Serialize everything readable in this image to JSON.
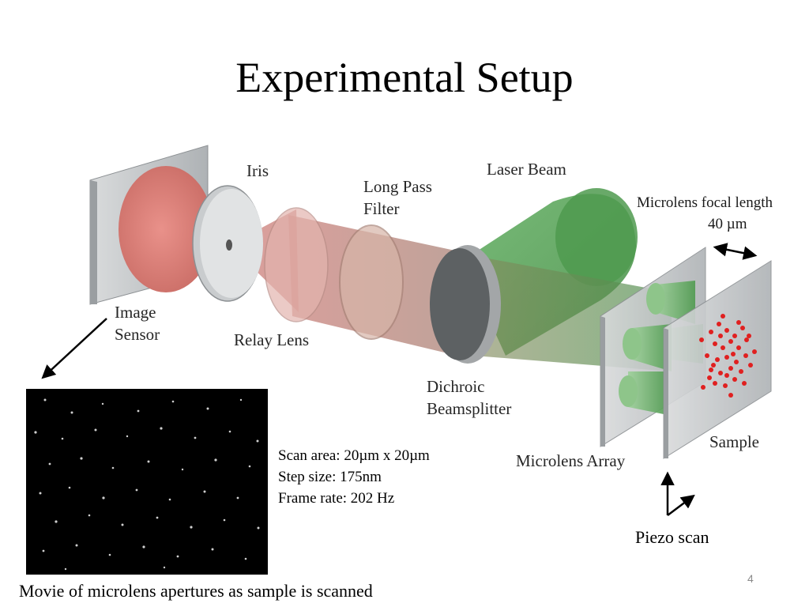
{
  "slide": {
    "title": "Experimental Setup",
    "page_number": "4"
  },
  "diagram_labels": {
    "iris": "Iris",
    "long_pass_1": "Long Pass",
    "long_pass_2": "Filter",
    "laser_beam": "Laser Beam",
    "image_sensor_1": "Image",
    "image_sensor_2": "Sensor",
    "relay_lens": "Relay Lens",
    "dichroic_1": "Dichroic",
    "dichroic_2": "Beamsplitter",
    "microlens_array": "Microlens Array",
    "sample": "Sample",
    "focal_length_1": "Microlens focal length",
    "focal_length_2": "40 µm",
    "piezo_scan": "Piezo scan"
  },
  "scan_info": {
    "area": "Scan area: 20µm x 20µm",
    "step": "Step size: 175nm",
    "frame_rate": "Frame rate: 202 Hz"
  },
  "caption": "Movie of microlens apertures as sample is scanned",
  "colors": {
    "sensor_spot": "#d97b74",
    "laser_green": "#4f9a4f",
    "relay_red": "#c9726c",
    "sample_dots": "#e02020",
    "plate_grey": "#b8bcbf"
  }
}
